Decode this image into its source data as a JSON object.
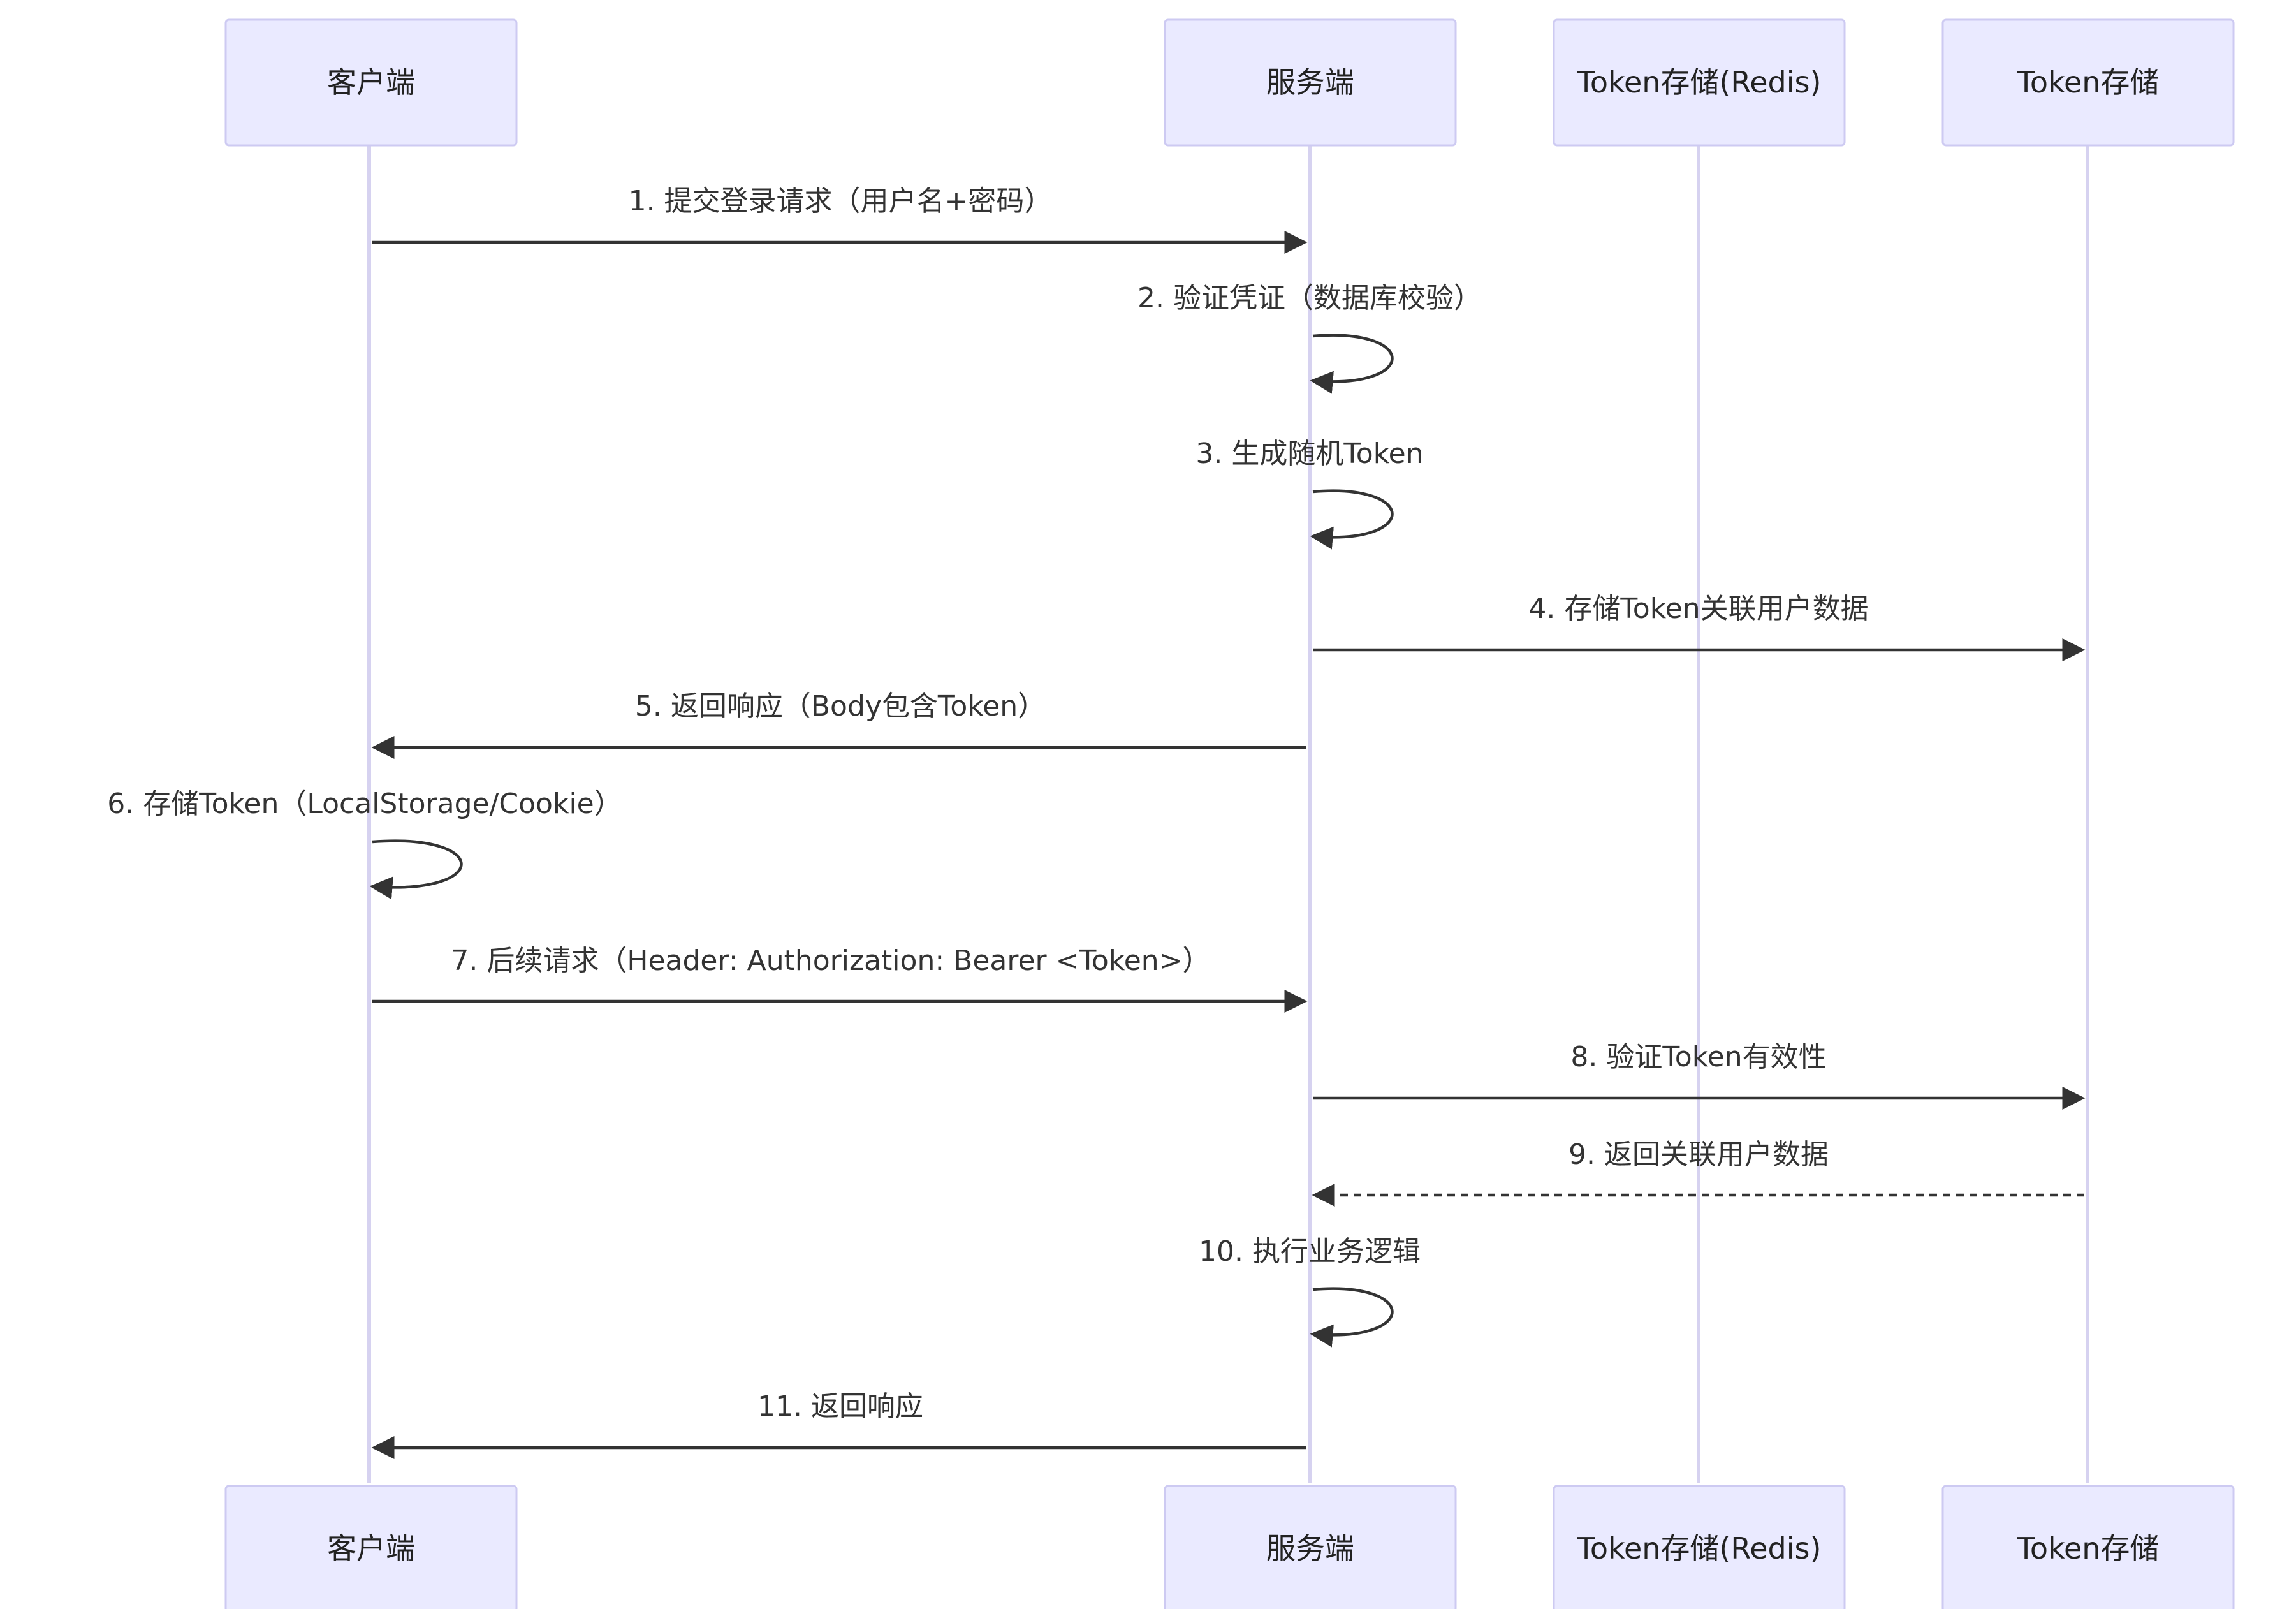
{
  "participants": [
    {
      "id": "client",
      "label": "客户端"
    },
    {
      "id": "server",
      "label": "服务端"
    },
    {
      "id": "redis",
      "label": "Token存储(Redis)"
    },
    {
      "id": "store",
      "label": "Token存储"
    }
  ],
  "messages": [
    {
      "from": "client",
      "to": "server",
      "label": "1. 提交登录请求（用户名+密码）",
      "style": "solid"
    },
    {
      "from": "server",
      "to": "server",
      "label": "2. 验证凭证（数据库校验）",
      "style": "solid"
    },
    {
      "from": "server",
      "to": "server",
      "label": "3. 生成随机Token",
      "style": "solid"
    },
    {
      "from": "server",
      "to": "store",
      "label": "4. 存储Token关联用户数据",
      "style": "solid"
    },
    {
      "from": "server",
      "to": "client",
      "label": "5. 返回响应（Body包含Token）",
      "style": "solid"
    },
    {
      "from": "client",
      "to": "client",
      "label": "6. 存储Token（LocalStorage/Cookie）",
      "style": "solid"
    },
    {
      "from": "client",
      "to": "server",
      "label": "7. 后续请求（Header: Authorization: Bearer <Token>）",
      "style": "solid"
    },
    {
      "from": "server",
      "to": "store",
      "label": "8. 验证Token有效性",
      "style": "solid"
    },
    {
      "from": "store",
      "to": "server",
      "label": "9. 返回关联用户数据",
      "style": "dashed"
    },
    {
      "from": "server",
      "to": "server",
      "label": "10. 执行业务逻辑",
      "style": "solid"
    },
    {
      "from": "server",
      "to": "client",
      "label": "11. 返回响应",
      "style": "solid"
    }
  ]
}
